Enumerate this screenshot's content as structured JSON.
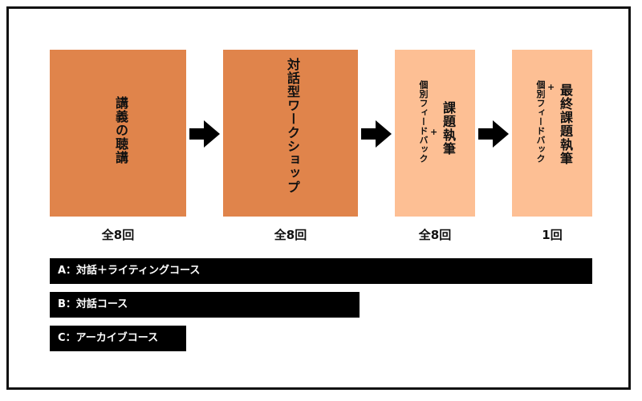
{
  "steps": [
    {
      "title": "講義の聴講",
      "count": "全8回"
    },
    {
      "title": "対話型ワークショップ",
      "count": "全8回"
    },
    {
      "title": "課題執筆",
      "sub": "個別フィードバック",
      "plus": "+",
      "count": "全8回"
    },
    {
      "title": "最終課題執筆",
      "sub": "個別フィードバック",
      "plus": "+",
      "count": "1回"
    }
  ],
  "courses": [
    {
      "label": "A：対話＋ライティングコース"
    },
    {
      "label": "B：対話コース"
    },
    {
      "label": "C：アーカイブコース"
    }
  ],
  "colors": {
    "step_dark": "#e0844b",
    "step_light": "#fdbf94",
    "bar": "#000000",
    "arrow": "#000000"
  }
}
